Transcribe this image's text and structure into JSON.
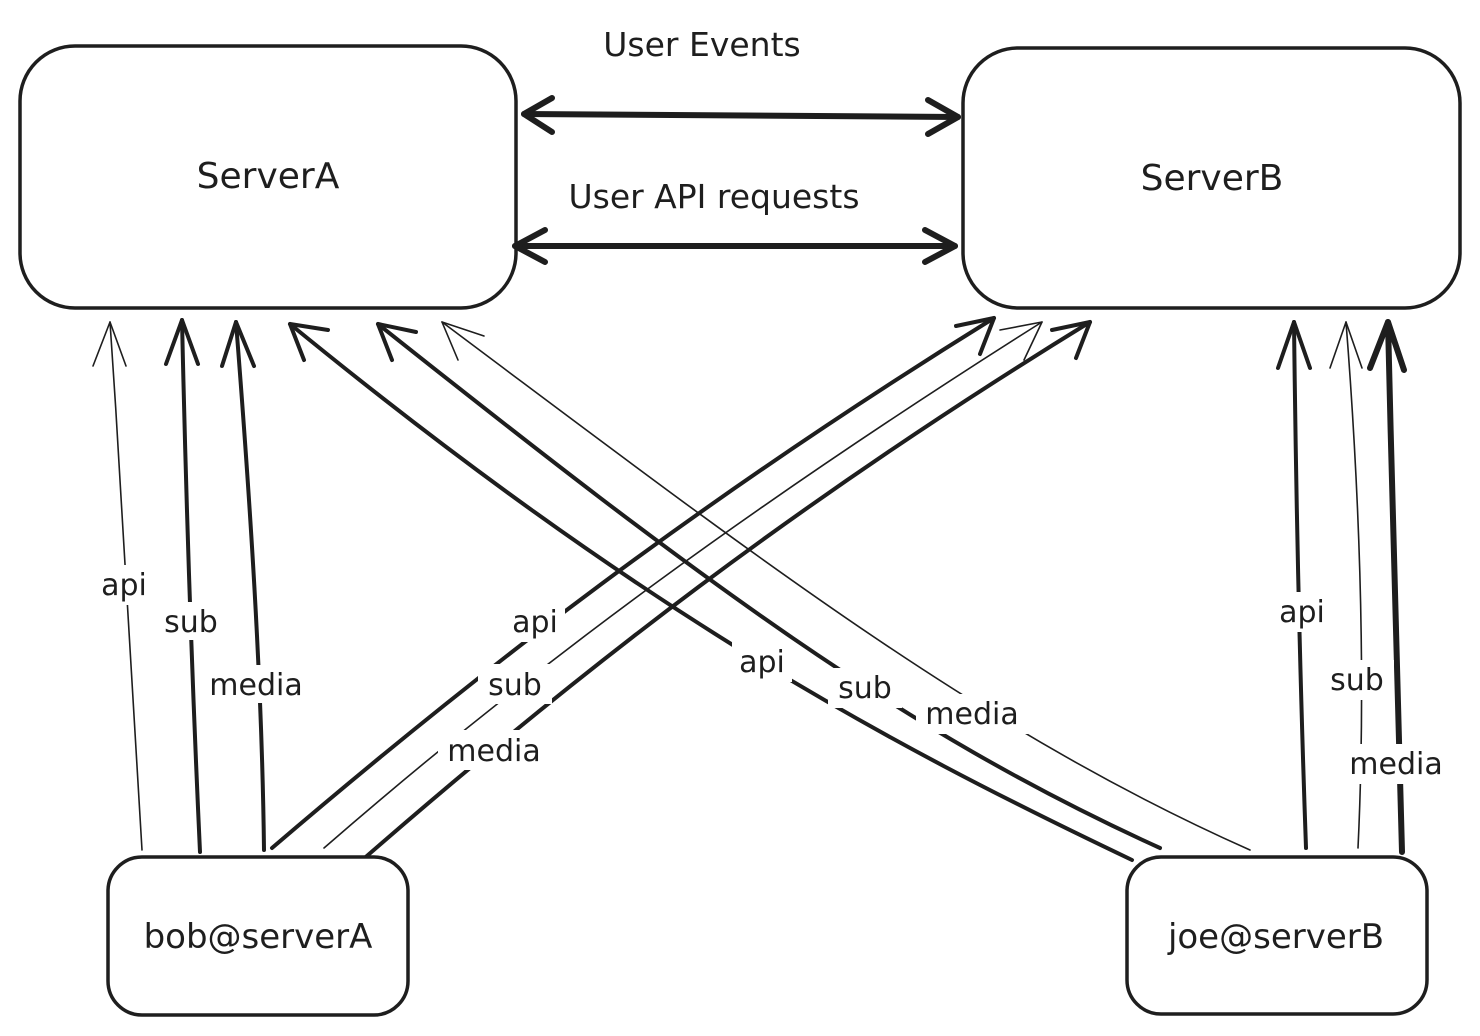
{
  "nodes": {
    "server_a": "ServerA",
    "server_b": "ServerB",
    "client_bob": "bob@serverA",
    "client_joe": "joe@serverB"
  },
  "server_links": {
    "events": "User Events",
    "api_requests": "User API requests"
  },
  "client_flows": {
    "bob_to_server_a": [
      "api",
      "sub",
      "media"
    ],
    "bob_to_server_b": [
      "api",
      "sub",
      "media"
    ],
    "joe_to_server_a": [
      "api",
      "sub",
      "media"
    ],
    "joe_to_server_b": [
      "api",
      "sub",
      "media"
    ]
  }
}
